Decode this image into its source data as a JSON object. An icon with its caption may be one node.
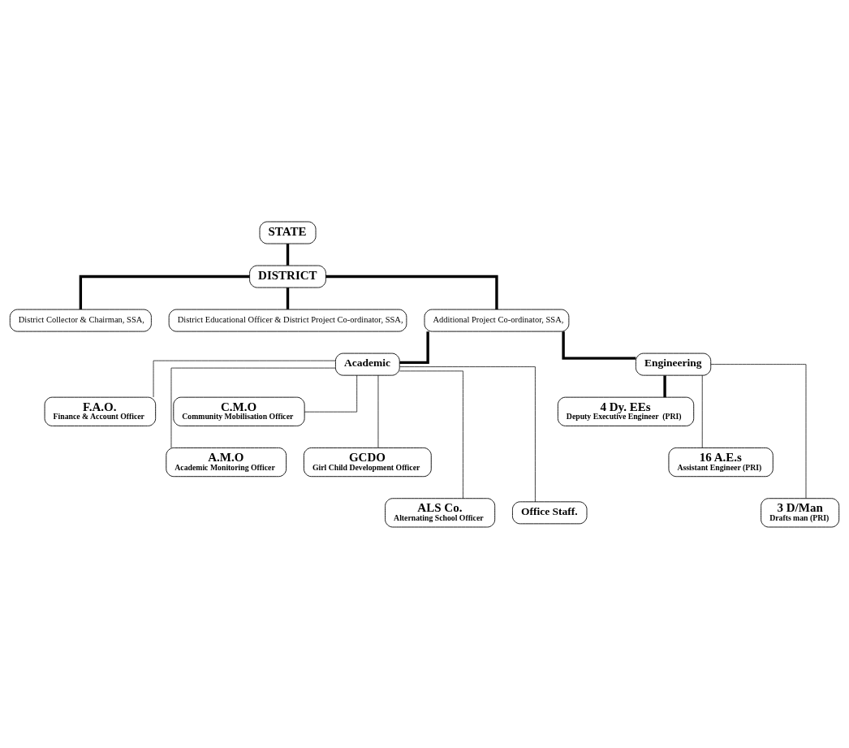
{
  "diagram": {
    "nodes": [
      {
        "text": [
          "STATE"
        ]
      },
      {
        "text": [
          "DISTRICT"
        ]
      },
      {
        "text": [
          "District Collector & Chairman, SSA,"
        ]
      },
      {
        "text": [
          "District Educational Officer & District Project Co-ordinator, SSA,"
        ]
      },
      {
        "text": [
          "Additional Project Co-ordinator, SSA,"
        ]
      },
      {
        "text": [
          "Academic"
        ]
      },
      {
        "text": [
          "Engineering"
        ]
      },
      {
        "text": [
          "F.A.O.",
          "Finance & Account Officer"
        ]
      },
      {
        "text": [
          "C.M.O",
          "Community Mobilisation Officer"
        ]
      },
      {
        "text": [
          "A.M.O",
          "Academic Monitoring Officer"
        ]
      },
      {
        "text": [
          "GCDO",
          "Girl Child Development Officer"
        ]
      },
      {
        "text": [
          "ALS Co.",
          "Alternating School Officer"
        ]
      },
      {
        "text": [
          "Office Staff."
        ]
      },
      {
        "text": [
          "4 Dy. EEs",
          "Deputy Executive Engineer  (PRI)"
        ]
      },
      {
        "text": [
          "16 A.E.s",
          "Assistant Engineer (PRI)"
        ]
      },
      {
        "text": [
          "3 D/Man",
          "Drafts man (PRI)"
        ]
      }
    ],
    "edges": [
      {
        "from": 0,
        "to": 1,
        "arrow": "none",
        "style": "thick"
      },
      {
        "from": 1,
        "to": 2,
        "arrow": "none",
        "style": "thick"
      },
      {
        "from": 1,
        "to": 3,
        "arrow": "none",
        "style": "thick"
      },
      {
        "from": 1,
        "to": 4,
        "arrow": "none",
        "style": "thick"
      },
      {
        "from": 4,
        "to": 5,
        "arrow": "none",
        "style": "thick"
      },
      {
        "from": 4,
        "to": 6,
        "arrow": "none",
        "style": "thick"
      },
      {
        "from": 5,
        "to": 7,
        "arrow": "none"
      },
      {
        "from": 5,
        "to": 8,
        "arrow": "none"
      },
      {
        "from": 5,
        "to": 9,
        "arrow": "none"
      },
      {
        "from": 5,
        "to": 10,
        "arrow": "none"
      },
      {
        "from": 5,
        "to": 11,
        "arrow": "none"
      },
      {
        "from": 5,
        "to": 12,
        "arrow": "none"
      },
      {
        "from": 6,
        "to": 13,
        "arrow": "none",
        "style": "thick"
      },
      {
        "from": 6,
        "to": 14,
        "arrow": "none"
      },
      {
        "from": 6,
        "to": 15,
        "arrow": "none"
      }
    ]
  }
}
